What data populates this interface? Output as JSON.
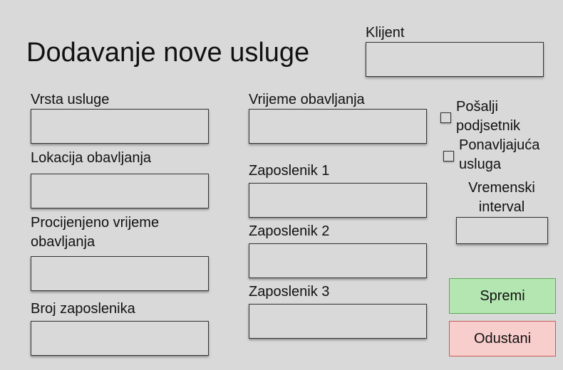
{
  "page": {
    "title": "Dodavanje nove usluge"
  },
  "client": {
    "label": "Klijent",
    "value": ""
  },
  "left_column": {
    "service_type_label": "Vrsta usluge",
    "service_type_value": "",
    "location_label": "Lokacija obavljanja",
    "location_value": "",
    "estimated_time_label_line1": "Procijenjeno vrijeme",
    "estimated_time_label_line2": "obavljanja",
    "estimated_time_value": "",
    "employee_count_label": "Broj zaposlenika",
    "employee_count_value": ""
  },
  "middle_column": {
    "time_label": "Vrijeme obavljanja",
    "time_value": "",
    "employee1_label": "Zaposlenik 1",
    "employee1_value": "",
    "employee2_label": "Zaposlenik 2",
    "employee2_value": "",
    "employee3_label": "Zaposlenik 3",
    "employee3_value": ""
  },
  "right_column": {
    "reminder_label_line1": "Pošalji",
    "reminder_label_line2": "podjsetnik",
    "reminder_checked": false,
    "recurring_label_line1": "Ponavljajuća",
    "recurring_label_line2": "usluga",
    "recurring_checked": false,
    "interval_label_line1": "Vremenski",
    "interval_label_line2": "interval",
    "interval_value": ""
  },
  "actions": {
    "save_label": "Spremi",
    "cancel_label": "Odustani"
  },
  "colors": {
    "background": "#d9d9d9",
    "save_fill": "#b3e6b0",
    "save_border": "#5ea95b",
    "cancel_fill": "#f8cecc",
    "cancel_border": "#c85a57"
  }
}
